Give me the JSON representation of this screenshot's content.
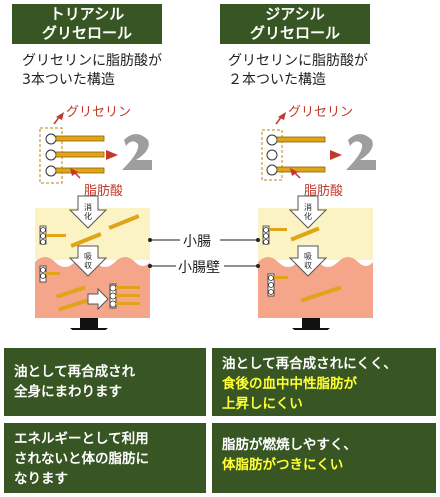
{
  "left": {
    "header": [
      "トリアシル",
      "グリセロール"
    ],
    "description": [
      "グリセリンに脂肪酸が",
      "3本ついた構造"
    ],
    "box1": [
      "油として再合成され",
      "全身にまわります"
    ],
    "box2": [
      "エネルギーとして利用",
      "されないと体の脂肪に",
      "なります"
    ]
  },
  "right": {
    "header": [
      "ジアシル",
      "グリセロール"
    ],
    "description": [
      "グリセリンに脂肪酸が",
      "２本ついた構造"
    ],
    "box1": [
      "油として再合成されにくく、",
      "食後の血中中性脂肪が",
      "上昇しにくい"
    ],
    "box2": [
      "脂肪が燃焼しやすく、",
      "体脂肪がつきにくい"
    ]
  },
  "labels": {
    "glycerin": "グリセリン",
    "fatty_acid": "脂肪酸",
    "small_intestine": "小腸",
    "intestinal_wall": "小腸壁",
    "digestion": "消化",
    "absorption": "吸収"
  },
  "colors": {
    "header_bg": "#375623",
    "intestine": "#fcf3c4",
    "wall": "#f4a58a",
    "highlight_text": "#ffff33",
    "label_red": "#c0392b"
  }
}
